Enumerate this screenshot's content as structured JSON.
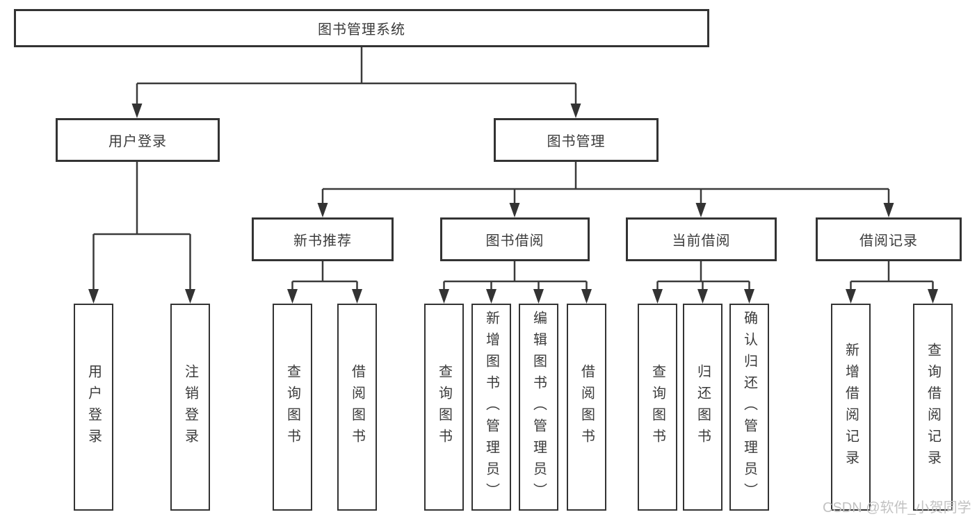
{
  "tree": {
    "root_label": "图书管理系统",
    "level2": [
      {
        "label": "用户登录",
        "children": [
          {
            "label": "用户登录"
          },
          {
            "label": "注销登录"
          }
        ]
      },
      {
        "label": "图书管理",
        "children": [
          {
            "label": "新书推荐",
            "children": [
              {
                "label": "查询图书"
              },
              {
                "label": "借阅图书"
              }
            ]
          },
          {
            "label": "图书借阅",
            "children": [
              {
                "label": "查询图书"
              },
              {
                "label": "新增图书（管理员）"
              },
              {
                "label": "编辑图书（管理员）"
              },
              {
                "label": "借阅图书"
              }
            ]
          },
          {
            "label": "当前借阅",
            "children": [
              {
                "label": "查询图书"
              },
              {
                "label": "归还图书"
              },
              {
                "label": "确认归还（管理员）"
              }
            ]
          },
          {
            "label": "借阅记录",
            "children": [
              {
                "label": "新增借阅记录"
              },
              {
                "label": "查询借阅记录"
              }
            ]
          }
        ]
      }
    ]
  },
  "watermark": {
    "text": "CSDN @软件_小贺同学"
  },
  "colors": {
    "line": "#3a3a3a",
    "border": "#333333",
    "text": "#3b3b3b",
    "background": "#ffffff",
    "watermark": "#c2c2c2"
  }
}
